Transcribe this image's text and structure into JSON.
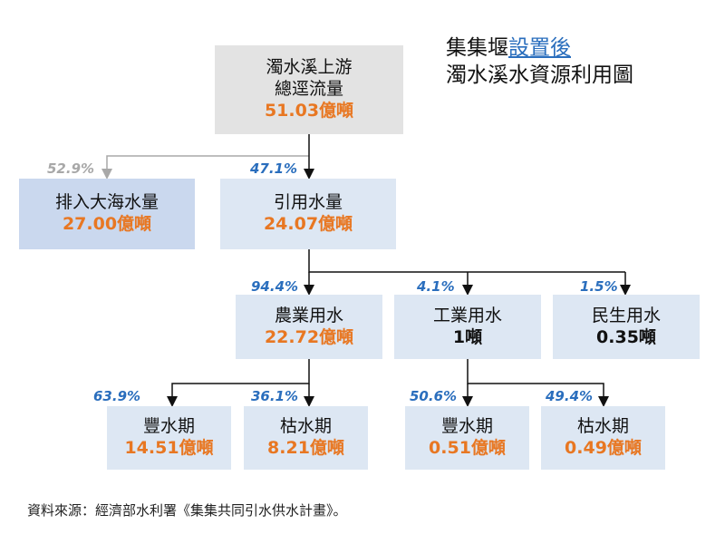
{
  "title": {
    "prefix": "集集堰",
    "highlight": "設置後",
    "line2": "濁水溪水資源利用圖"
  },
  "nodes": {
    "total": {
      "label1": "濁水溪上游",
      "label2": "總逕流量",
      "value": "51.03億噸"
    },
    "sea": {
      "label": "排入大海水量",
      "value": "27.00億噸"
    },
    "intake": {
      "label": "引用水量",
      "value": "24.07億噸"
    },
    "agri": {
      "label": "農業用水",
      "value": "22.72億噸"
    },
    "industry": {
      "label": "工業用水",
      "value": "1噸"
    },
    "domestic": {
      "label": "民生用水",
      "value": "0.35噸"
    },
    "agri_wet": {
      "label": "豐水期",
      "value": "14.51億噸"
    },
    "agri_dry": {
      "label": "枯水期",
      "value": "8.21億噸"
    },
    "ind_wet": {
      "label": "豐水期",
      "value": "0.51億噸"
    },
    "ind_dry": {
      "label": "枯水期",
      "value": "0.49億噸"
    }
  },
  "percentages": {
    "sea": "52.9%",
    "intake": "47.1%",
    "agri": "94.4%",
    "industry": "4.1%",
    "domestic": "1.5%",
    "agri_wet": "63.9%",
    "agri_dry": "36.1%",
    "ind_wet": "50.6%",
    "ind_dry": "49.4%"
  },
  "source": "資料來源：經濟部水利署《集集共同引水供水計畫》。",
  "colors": {
    "value_orange": "#e87722",
    "percent_blue": "#2a6ebd",
    "percent_grey": "#a8a8a8",
    "box_grey": "#e3e3e3",
    "box_dark_blue": "#cad8ee",
    "box_light_blue": "#dde7f3"
  }
}
